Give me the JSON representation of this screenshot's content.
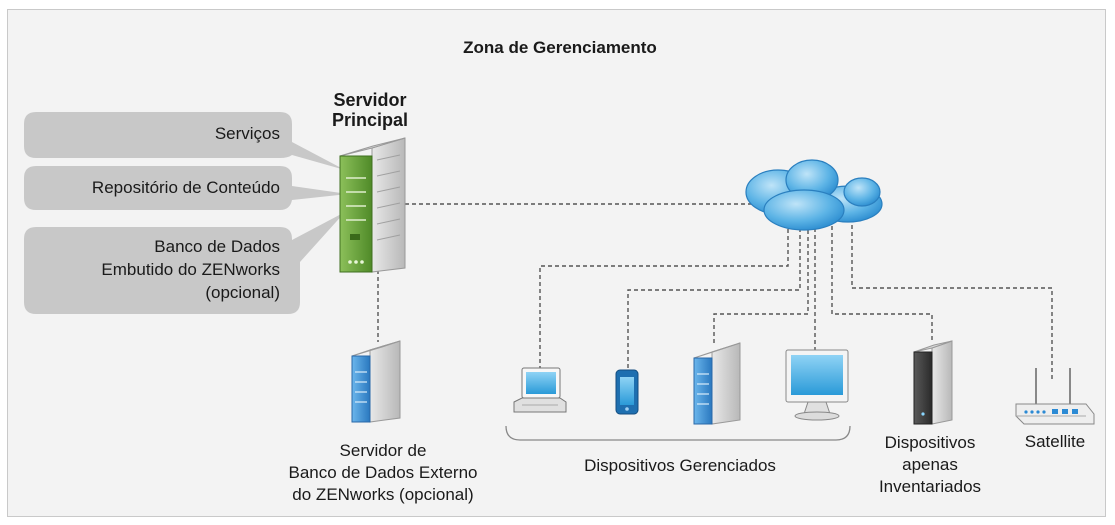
{
  "zone_title": "Zona de Gerenciamento",
  "primary_server": {
    "title": "Servidor\nPrincipal"
  },
  "callouts": [
    {
      "text": "Serviços"
    },
    {
      "text": "Repositório de Conteúdo"
    },
    {
      "text": "Banco de Dados\nEmbutido do ZENworks\n(opcional)"
    }
  ],
  "external_db": {
    "label": "Servidor de\nBanco de Dados Externo\ndo ZENworks (opcional)"
  },
  "managed_group": {
    "label": "Dispositivos Gerenciados"
  },
  "inventoried": {
    "label": "Dispositivos\napenas\nInventariados"
  },
  "satellite": {
    "label": "Satellite"
  },
  "colors": {
    "background": "#f3f3f3",
    "callout": "#c8c8c8",
    "primary_server": "#6a9a3a",
    "device_blue": "#3a8fd0",
    "cloud": "#4aa8e0",
    "connector": "#555555"
  }
}
